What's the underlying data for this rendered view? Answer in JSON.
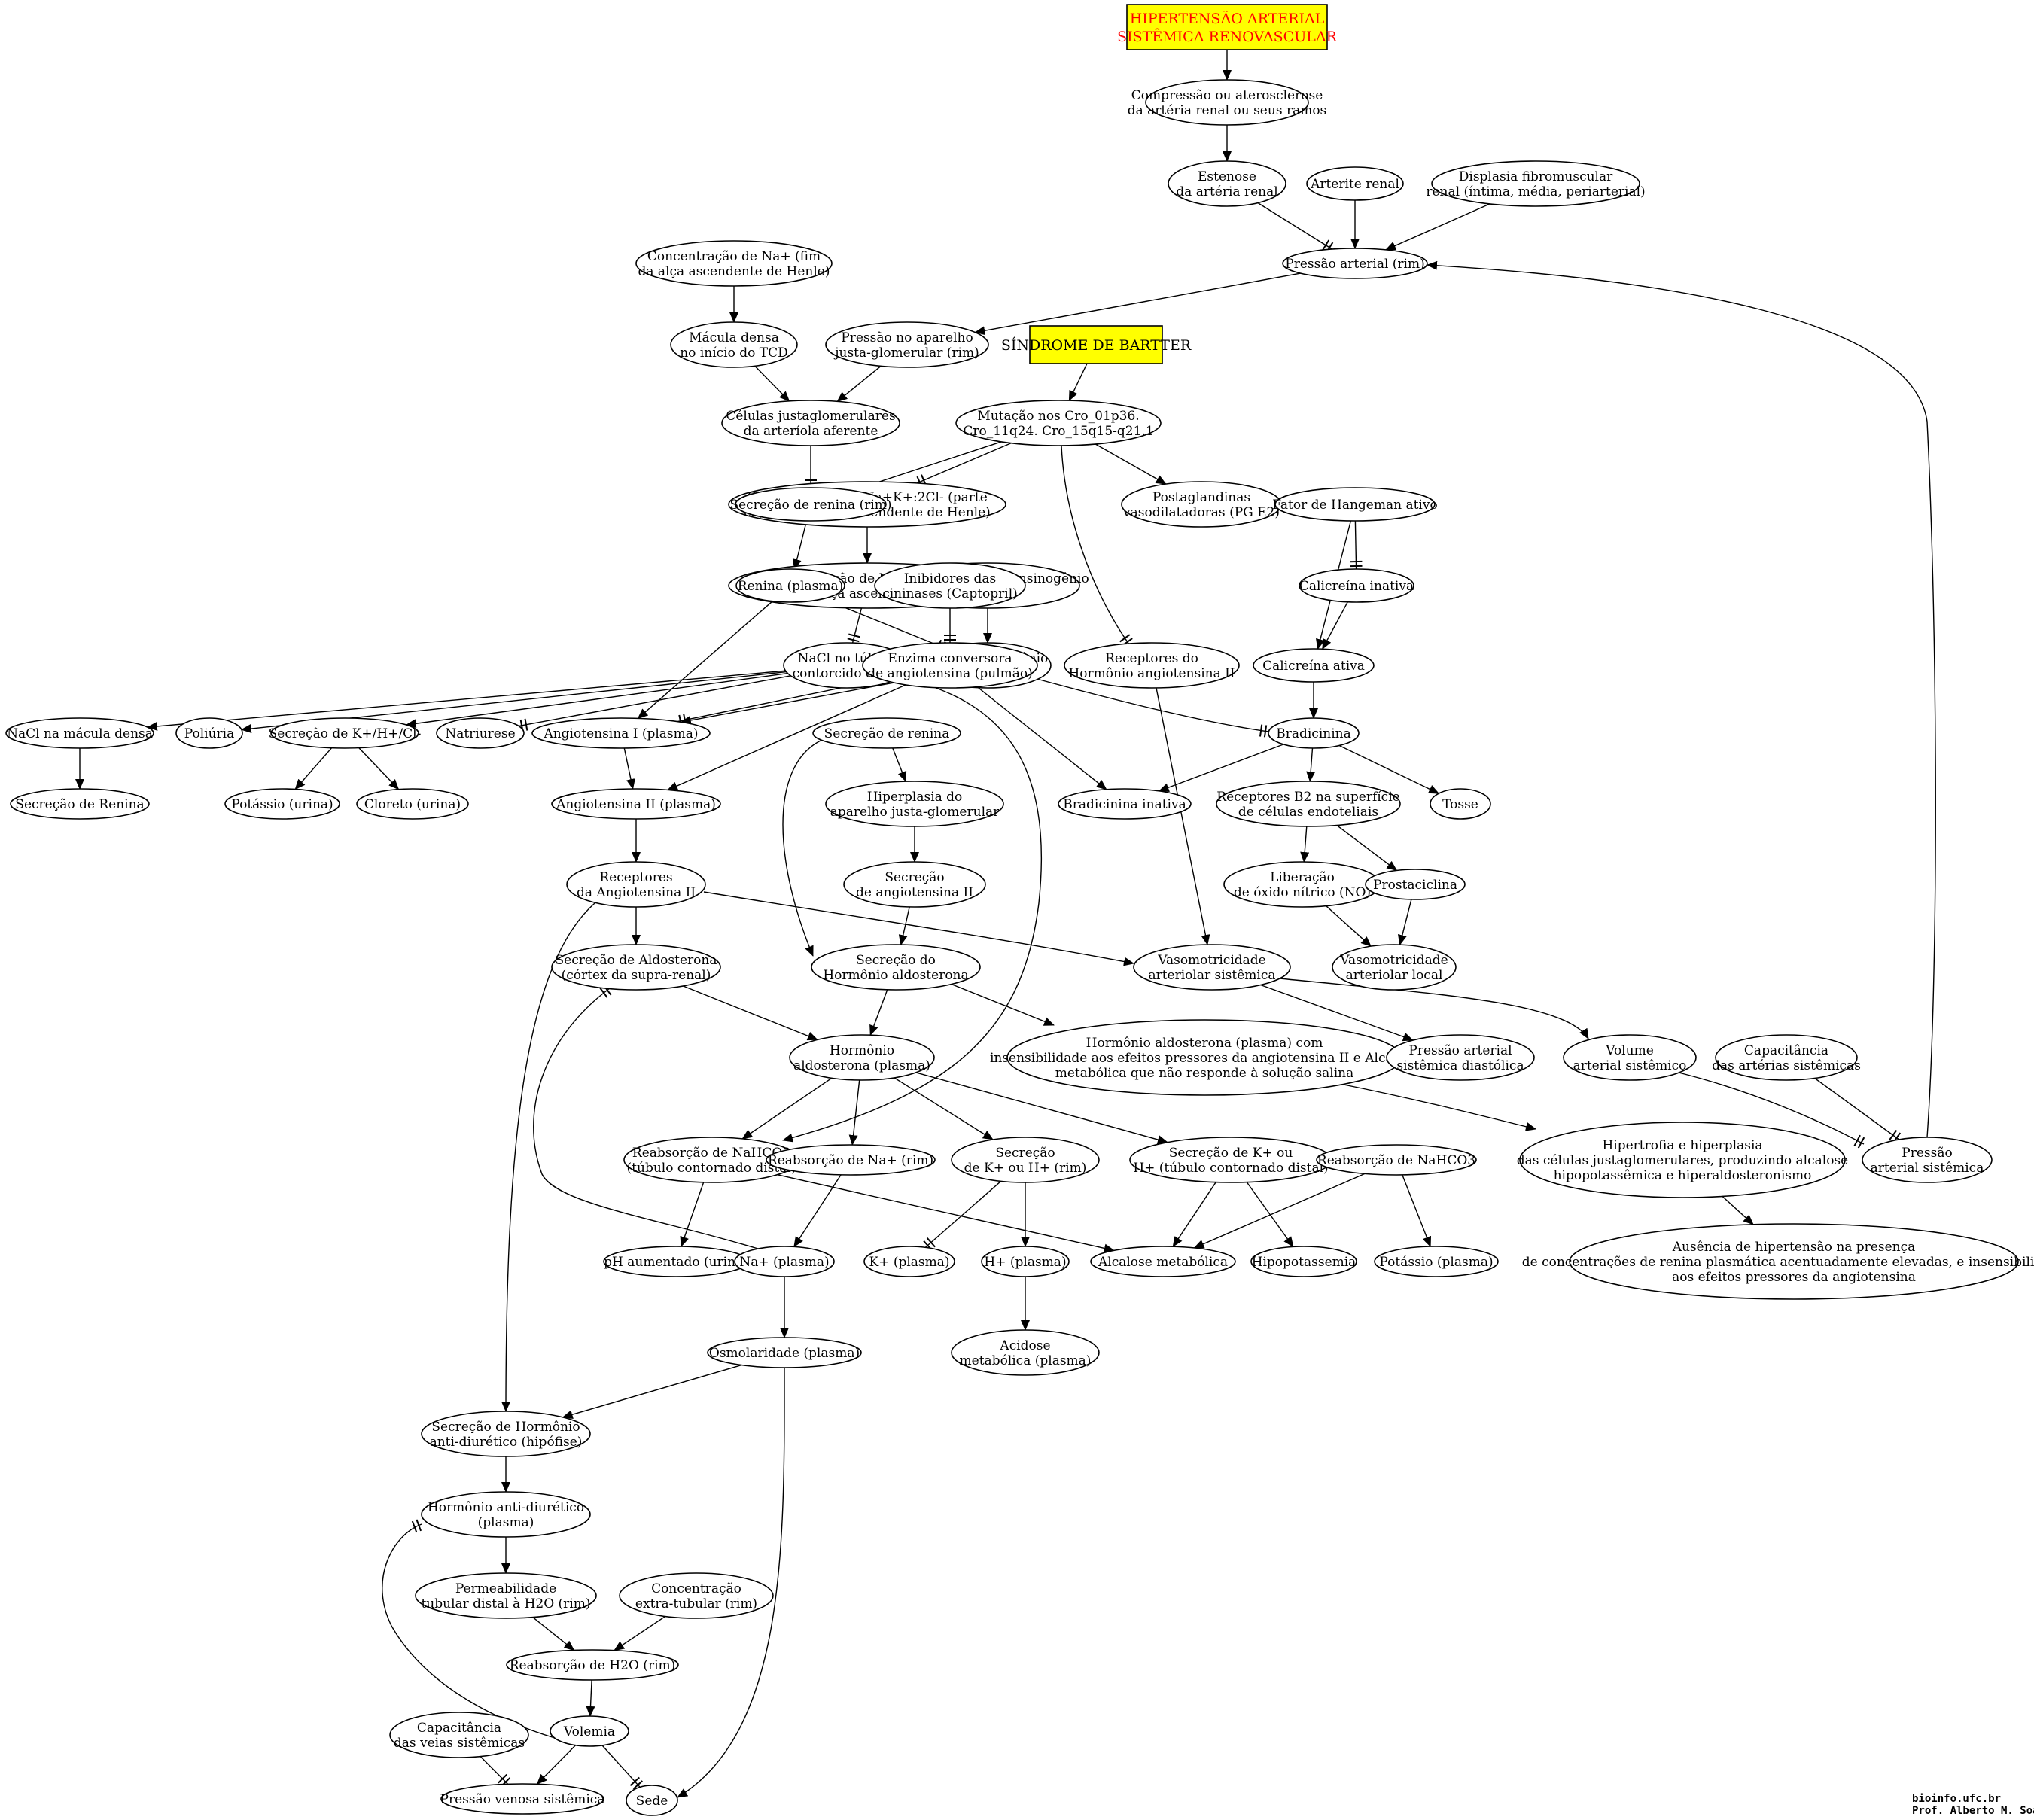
{
  "colors": {
    "highlight_fill": "#ffff00",
    "highlight_text": "#ff0000",
    "box_border": "#8a6a00"
  },
  "credits": [
    "bioinfo.ufc.br",
    "Prof. Alberto M. Soares"
  ],
  "nodes": [
    {
      "id": "n1",
      "shape": "box",
      "lines": [
        "HIPERTENSÃO ARTERIAL",
        "SISTÊMICA RENOVASCULAR"
      ],
      "red": true
    },
    {
      "id": "n2",
      "lines": [
        "Compressão ou aterosclerose",
        "da artéria renal ou seus ramos"
      ]
    },
    {
      "id": "n3",
      "lines": [
        "Estenose",
        "da artéria renal"
      ]
    },
    {
      "id": "n4",
      "lines": [
        "Arterite renal"
      ]
    },
    {
      "id": "n5",
      "lines": [
        "Displasia fibromuscular",
        "renal (íntima, média, periarterial)"
      ]
    },
    {
      "id": "n6",
      "lines": [
        "Pressão arterial (rim)"
      ]
    },
    {
      "id": "n7",
      "lines": [
        "Concentração de Na+ (fim",
        "da alça ascendente de Henle)"
      ]
    },
    {
      "id": "n8",
      "lines": [
        "Mácula densa",
        "no início do TCD"
      ]
    },
    {
      "id": "n9",
      "lines": [
        "Pressão no aparelho",
        "justa-glomerular (rim)"
      ]
    },
    {
      "id": "n10",
      "shape": "box",
      "lines": [
        "SÍNDROME DE BARTTER"
      ],
      "red": false
    },
    {
      "id": "n11",
      "lines": [
        "Células justaglomerulares",
        "da arteríola aferente"
      ]
    },
    {
      "id": "n12",
      "lines": [
        "Mutação nos Cro_01p36.",
        "Cro_11q24. Cro_15q15-q21.1"
      ]
    },
    {
      "id": "n13",
      "lines": [
        "Co-transportador Na+K+:2Cl- (parte",
        "espessa da alça ascendente de Henle)"
      ]
    },
    {
      "id": "n14",
      "lines": [
        "Secreção de renina (rim)"
      ]
    },
    {
      "id": "n15",
      "lines": [
        "Postaglandinas",
        "vasodilatadoras (PG E2)"
      ]
    },
    {
      "id": "n16",
      "lines": [
        "Fator de Hangeman ativo"
      ]
    },
    {
      "id": "n17",
      "lines": [
        "Rebasorção de NaCl (parte",
        "espessa da alça ascendente de Henle)"
      ]
    },
    {
      "id": "n18",
      "lines": [
        "Secreção de angiotensinogênio",
        "(fígado)"
      ]
    },
    {
      "id": "n19",
      "lines": [
        "Renina (plasma)"
      ]
    },
    {
      "id": "n20",
      "lines": [
        "Inibidores das",
        "cininases (Captopril)"
      ]
    },
    {
      "id": "n21",
      "lines": [
        "Calicreína inativa"
      ]
    },
    {
      "id": "n22",
      "lines": [
        "NaCl no túbulo",
        "contorcido distal"
      ]
    },
    {
      "id": "n23",
      "lines": [
        "Angiotensinogênio",
        "(plasma)"
      ]
    },
    {
      "id": "n24",
      "lines": [
        "Enzima conversora",
        "de angiotensina (pulmão)"
      ]
    },
    {
      "id": "n25",
      "lines": [
        "Receptores do",
        "Hormônio angiotensina II"
      ]
    },
    {
      "id": "n26",
      "lines": [
        "Calicreína ativa"
      ]
    },
    {
      "id": "n27",
      "lines": [
        "NaCl na mácula densa"
      ]
    },
    {
      "id": "n28",
      "lines": [
        "Poliúria"
      ]
    },
    {
      "id": "n29",
      "lines": [
        "Secreção de K+/H+/Cl-"
      ]
    },
    {
      "id": "n30",
      "lines": [
        "Natriurese"
      ]
    },
    {
      "id": "n31",
      "lines": [
        "Angiotensina I (plasma)"
      ]
    },
    {
      "id": "n32",
      "lines": [
        "Secreção de renina"
      ]
    },
    {
      "id": "n33",
      "lines": [
        "Bradicinina"
      ]
    },
    {
      "id": "n34",
      "lines": [
        "Secreção de Renina"
      ]
    },
    {
      "id": "n35",
      "lines": [
        "Potássio (urina)"
      ]
    },
    {
      "id": "n36",
      "lines": [
        "Cloreto (urina)"
      ]
    },
    {
      "id": "n37",
      "lines": [
        "Angiotensina II (plasma)"
      ]
    },
    {
      "id": "n38",
      "lines": [
        "Hiperplasia do",
        "aparelho justa-glomerular"
      ]
    },
    {
      "id": "n39",
      "lines": [
        "Bradicinina inativa"
      ]
    },
    {
      "id": "n40",
      "lines": [
        "Receptores  B2 na  superfície",
        "de  células  endoteliais"
      ]
    },
    {
      "id": "n41",
      "lines": [
        "Tosse"
      ]
    },
    {
      "id": "n42",
      "lines": [
        "Receptores",
        "da Angiotensina II"
      ]
    },
    {
      "id": "n43",
      "lines": [
        "Secreção",
        "de angiotensina II"
      ]
    },
    {
      "id": "n44",
      "lines": [
        "Liberação",
        "de óxido nítrico (NO)"
      ]
    },
    {
      "id": "n45",
      "lines": [
        "Prostaciclina"
      ]
    },
    {
      "id": "n46",
      "lines": [
        "Secreção de Aldosterona",
        "(córtex da supra-renal)"
      ]
    },
    {
      "id": "n47",
      "lines": [
        "Secreção do",
        "Hormônio aldosterona"
      ]
    },
    {
      "id": "n48",
      "lines": [
        "Vasomotricidade",
        "arteriolar sistêmica"
      ]
    },
    {
      "id": "n49",
      "lines": [
        "Vasomotricidade",
        "arteriolar local"
      ]
    },
    {
      "id": "n50",
      "lines": [
        "Hormônio",
        "aldosterona (plasma)"
      ]
    },
    {
      "id": "n51",
      "lines": [
        "Hormônio aldosterona (plasma) com",
        "insensibilidade aos efeitos pressores da angiotensina II e Alcalose",
        "metabólica que não responde à solução salina"
      ]
    },
    {
      "id": "n52",
      "lines": [
        "Pressão arterial",
        "sistêmica diastólica"
      ]
    },
    {
      "id": "n53",
      "lines": [
        "Volume",
        "arterial sistêmico"
      ]
    },
    {
      "id": "n54",
      "lines": [
        "Capacitância",
        "das artérias sistêmicas"
      ]
    },
    {
      "id": "n55",
      "lines": [
        "Reabsorção de NaHCO3",
        "(túbulo contornado distal)"
      ]
    },
    {
      "id": "n56",
      "lines": [
        "Reabsorção de Na+ (rim)"
      ]
    },
    {
      "id": "n57",
      "lines": [
        "Secreção",
        "de K+ ou H+ (rim)"
      ]
    },
    {
      "id": "n58",
      "lines": [
        "Secreção de K+ ou",
        "H+ (túbulo contornado distal)"
      ]
    },
    {
      "id": "n59",
      "lines": [
        "Reabsorção de NaHCO3"
      ]
    },
    {
      "id": "n60",
      "lines": [
        "Hipertrofia e hiperplasia",
        "das células justaglomerulares, produzindo alcalose",
        "hipopotassêmica e hiperaldosteronismo"
      ]
    },
    {
      "id": "n61",
      "lines": [
        "Pressão",
        "arterial sistêmica"
      ]
    },
    {
      "id": "n62",
      "lines": [
        "pH aumentado (urina)"
      ]
    },
    {
      "id": "n63",
      "lines": [
        "Na+ (plasma)"
      ]
    },
    {
      "id": "n64",
      "lines": [
        "K+ (plasma)"
      ]
    },
    {
      "id": "n65",
      "lines": [
        "H+ (plasma)"
      ]
    },
    {
      "id": "n66",
      "lines": [
        "Alcalose metabólica"
      ]
    },
    {
      "id": "n67",
      "lines": [
        "Hipopotassemia"
      ]
    },
    {
      "id": "n68",
      "lines": [
        "Potássio (plasma)"
      ]
    },
    {
      "id": "n69",
      "lines": [
        "Ausência de hipertensão na presença",
        "de concentrações de renina plasmática acentuadamente elevadas, e insensibilidade",
        "aos efeitos pressores da angiotensina"
      ]
    },
    {
      "id": "n70",
      "lines": [
        "Osmolaridade (plasma)"
      ]
    },
    {
      "id": "n71",
      "lines": [
        "Acidose",
        "metabólica (plasma)"
      ]
    },
    {
      "id": "n72",
      "lines": [
        "Secreção de Hormônio",
        "anti-diurético (hipófise)"
      ]
    },
    {
      "id": "n73",
      "lines": [
        "Hormônio anti-diurético",
        "(plasma)"
      ]
    },
    {
      "id": "n74",
      "lines": [
        "Permeabilidade",
        "tubular distal à H2O (rim)"
      ]
    },
    {
      "id": "n75",
      "lines": [
        "Concentração",
        "extra-tubular (rim)"
      ]
    },
    {
      "id": "n76",
      "lines": [
        "Reabsorção de H2O (rim)"
      ]
    },
    {
      "id": "n77",
      "lines": [
        "Capacitância",
        "das veias sistêmicas"
      ]
    },
    {
      "id": "n78",
      "lines": [
        "Volemia"
      ]
    },
    {
      "id": "n79",
      "lines": [
        "Pressão venosa sistêmica"
      ]
    },
    {
      "id": "n80",
      "lines": [
        "Sede"
      ]
    }
  ],
  "edges": [
    {
      "from": "n1",
      "to": "n2",
      "type": "arrow"
    },
    {
      "from": "n2",
      "to": "n3",
      "type": "arrow"
    },
    {
      "from": "n3",
      "to": "n6",
      "type": "tee"
    },
    {
      "from": "n4",
      "to": "n6",
      "type": "arrow"
    },
    {
      "from": "n5",
      "to": "n6",
      "type": "arrow"
    },
    {
      "from": "n6",
      "to": "n9",
      "type": "arrow"
    },
    {
      "from": "n7",
      "to": "n8",
      "type": "arrow"
    },
    {
      "from": "n8",
      "to": "n11",
      "type": "arrow"
    },
    {
      "from": "n9",
      "to": "n11",
      "type": "arrow"
    },
    {
      "from": "n10",
      "to": "n12",
      "type": "arrow"
    },
    {
      "from": "n11",
      "to": "n14",
      "type": "tee"
    },
    {
      "from": "n12",
      "to": "n13",
      "type": "tee"
    },
    {
      "from": "n12",
      "to": "n14",
      "type": "arrow"
    },
    {
      "from": "n12",
      "to": "n15",
      "type": "arrow"
    },
    {
      "from": "n12",
      "to": "n25",
      "type": "tee"
    },
    {
      "from": "n13",
      "to": "n17",
      "type": "arrow"
    },
    {
      "from": "n14",
      "to": "n19",
      "type": "arrow"
    },
    {
      "from": "n16",
      "to": "n21",
      "type": "tee"
    },
    {
      "from": "n16",
      "to": "n26",
      "type": "arrow"
    },
    {
      "from": "n17",
      "to": "n22",
      "type": "tee"
    },
    {
      "from": "n18",
      "to": "n23",
      "type": "arrow"
    },
    {
      "from": "n19",
      "to": "n23",
      "type": "tee"
    },
    {
      "from": "n19",
      "to": "n31",
      "type": "arrow"
    },
    {
      "from": "n20",
      "to": "n24",
      "type": "tee"
    },
    {
      "from": "n21",
      "to": "n26",
      "type": "arrow"
    },
    {
      "from": "n22",
      "to": "n27",
      "type": "arrow"
    },
    {
      "from": "n22",
      "to": "n28",
      "type": "arrow"
    },
    {
      "from": "n22",
      "to": "n29",
      "type": "arrow"
    },
    {
      "from": "n22",
      "to": "n30",
      "type": "tee"
    },
    {
      "from": "n22",
      "to": "n55",
      "type": "arrow"
    },
    {
      "from": "n23",
      "to": "n31",
      "type": "arrow"
    },
    {
      "from": "n24",
      "to": "n31",
      "type": "tee"
    },
    {
      "from": "n24",
      "to": "n37",
      "type": "arrow"
    },
    {
      "from": "n24",
      "to": "n39",
      "type": "arrow"
    },
    {
      "from": "n24",
      "to": "n33",
      "type": "tee"
    },
    {
      "from": "n25",
      "to": "n48",
      "type": "arrow"
    },
    {
      "from": "n26",
      "to": "n33",
      "type": "arrow"
    },
    {
      "from": "n27",
      "to": "n34",
      "type": "arrow"
    },
    {
      "from": "n29",
      "to": "n35",
      "type": "arrow"
    },
    {
      "from": "n29",
      "to": "n36",
      "type": "arrow"
    },
    {
      "from": "n31",
      "to": "n37",
      "type": "arrow"
    },
    {
      "from": "n32",
      "to": "n38",
      "type": "arrow"
    },
    {
      "from": "n32",
      "to": "n47",
      "type": "arrow"
    },
    {
      "from": "n33",
      "to": "n39",
      "type": "arrow"
    },
    {
      "from": "n33",
      "to": "n40",
      "type": "arrow"
    },
    {
      "from": "n33",
      "to": "n41",
      "type": "arrow"
    },
    {
      "from": "n37",
      "to": "n42",
      "type": "arrow"
    },
    {
      "from": "n38",
      "to": "n43",
      "type": "arrow"
    },
    {
      "from": "n40",
      "to": "n44",
      "type": "arrow"
    },
    {
      "from": "n40",
      "to": "n45",
      "type": "arrow"
    },
    {
      "from": "n42",
      "to": "n46",
      "type": "arrow"
    },
    {
      "from": "n42",
      "to": "n48",
      "type": "arrow"
    },
    {
      "from": "n42",
      "to": "n72",
      "type": "arrow"
    },
    {
      "from": "n43",
      "to": "n47",
      "type": "arrow"
    },
    {
      "from": "n44",
      "to": "n49",
      "type": "arrow"
    },
    {
      "from": "n45",
      "to": "n49",
      "type": "arrow"
    },
    {
      "from": "n46",
      "to": "n50",
      "type": "arrow"
    },
    {
      "from": "n47",
      "to": "n50",
      "type": "arrow"
    },
    {
      "from": "n47",
      "to": "n51",
      "type": "arrow"
    },
    {
      "from": "n48",
      "to": "n52",
      "type": "arrow"
    },
    {
      "from": "n48",
      "to": "n53",
      "type": "arrow"
    },
    {
      "from": "n50",
      "to": "n55",
      "type": "arrow"
    },
    {
      "from": "n50",
      "to": "n56",
      "type": "arrow"
    },
    {
      "from": "n50",
      "to": "n57",
      "type": "arrow"
    },
    {
      "from": "n50",
      "to": "n58",
      "type": "arrow"
    },
    {
      "from": "n51",
      "to": "n60",
      "type": "arrow"
    },
    {
      "from": "n53",
      "to": "n61",
      "type": "tee"
    },
    {
      "from": "n54",
      "to": "n61",
      "type": "tee"
    },
    {
      "from": "n55",
      "to": "n62",
      "type": "arrow"
    },
    {
      "from": "n55",
      "to": "n66",
      "type": "arrow"
    },
    {
      "from": "n56",
      "to": "n63",
      "type": "arrow"
    },
    {
      "from": "n57",
      "to": "n64",
      "type": "tee"
    },
    {
      "from": "n57",
      "to": "n65",
      "type": "arrow"
    },
    {
      "from": "n58",
      "to": "n66",
      "type": "arrow"
    },
    {
      "from": "n58",
      "to": "n67",
      "type": "arrow"
    },
    {
      "from": "n59",
      "to": "n66",
      "type": "arrow"
    },
    {
      "from": "n59",
      "to": "n68",
      "type": "arrow"
    },
    {
      "from": "n60",
      "to": "n69",
      "type": "arrow"
    },
    {
      "from": "n61",
      "to": "n6",
      "type": "arrow"
    },
    {
      "from": "n63",
      "to": "n46",
      "type": "tee"
    },
    {
      "from": "n63",
      "to": "n70",
      "type": "arrow"
    },
    {
      "from": "n65",
      "to": "n71",
      "type": "arrow"
    },
    {
      "from": "n70",
      "to": "n72",
      "type": "arrow"
    },
    {
      "from": "n70",
      "to": "n80",
      "type": "arrow"
    },
    {
      "from": "n72",
      "to": "n73",
      "type": "arrow"
    },
    {
      "from": "n73",
      "to": "n74",
      "type": "arrow"
    },
    {
      "from": "n74",
      "to": "n76",
      "type": "arrow"
    },
    {
      "from": "n75",
      "to": "n76",
      "type": "arrow"
    },
    {
      "from": "n76",
      "to": "n78",
      "type": "arrow"
    },
    {
      "from": "n77",
      "to": "n79",
      "type": "tee"
    },
    {
      "from": "n78",
      "to": "n73",
      "type": "tee"
    },
    {
      "from": "n78",
      "to": "n79",
      "type": "arrow"
    },
    {
      "from": "n78",
      "to": "n80",
      "type": "tee"
    }
  ]
}
